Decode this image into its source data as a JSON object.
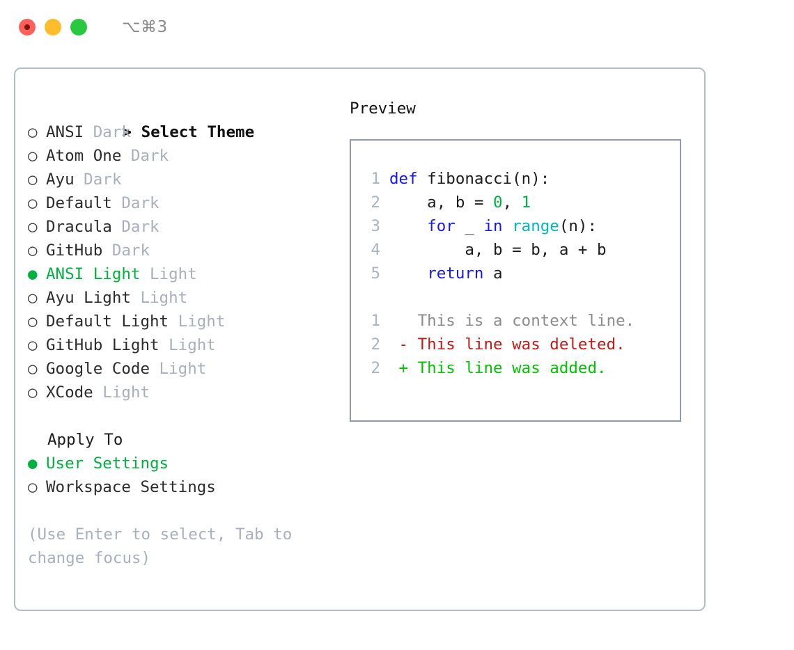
{
  "titlebar": {
    "shortcut": "⌥⌘3",
    "lights": [
      "close-red",
      "minimize-yellow",
      "maximize-green"
    ]
  },
  "theme_list": {
    "header_prefix": "> ",
    "header": "Select Theme",
    "bullet_selected": "●",
    "bullet_unselected": "○",
    "items": [
      {
        "name": "ANSI",
        "variant": "Dark",
        "selected": false
      },
      {
        "name": "Atom One",
        "variant": "Dark",
        "selected": false
      },
      {
        "name": "Ayu",
        "variant": "Dark",
        "selected": false
      },
      {
        "name": "Default",
        "variant": "Dark",
        "selected": false
      },
      {
        "name": "Dracula",
        "variant": "Dark",
        "selected": false
      },
      {
        "name": "GitHub",
        "variant": "Dark",
        "selected": false
      },
      {
        "name": "ANSI Light",
        "variant": "Light",
        "selected": true
      },
      {
        "name": "Ayu Light",
        "variant": "Light",
        "selected": false
      },
      {
        "name": "Default Light",
        "variant": "Light",
        "selected": false
      },
      {
        "name": "GitHub Light",
        "variant": "Light",
        "selected": false
      },
      {
        "name": "Google Code",
        "variant": "Light",
        "selected": false
      },
      {
        "name": "XCode",
        "variant": "Light",
        "selected": false
      }
    ]
  },
  "apply_to": {
    "label": "Apply To",
    "options": [
      {
        "name": "User Settings",
        "selected": true
      },
      {
        "name": "Workspace Settings",
        "selected": false
      }
    ]
  },
  "hint": "(Use Enter to select, Tab to change focus)",
  "preview": {
    "title": "Preview",
    "code_lines": [
      {
        "num": "1",
        "tokens": [
          {
            "t": "def ",
            "c": "kw"
          },
          {
            "t": "fibonacci(n):",
            "c": "plain"
          }
        ]
      },
      {
        "num": "2",
        "tokens": [
          {
            "t": "    a, b = ",
            "c": "plain"
          },
          {
            "t": "0",
            "c": "num"
          },
          {
            "t": ", ",
            "c": "plain"
          },
          {
            "t": "1",
            "c": "num"
          }
        ]
      },
      {
        "num": "3",
        "tokens": [
          {
            "t": "    ",
            "c": "plain"
          },
          {
            "t": "for",
            "c": "kw"
          },
          {
            "t": " _ ",
            "c": "plain"
          },
          {
            "t": "in",
            "c": "kw"
          },
          {
            "t": " ",
            "c": "plain"
          },
          {
            "t": "range",
            "c": "fn"
          },
          {
            "t": "(n):",
            "c": "plain"
          }
        ]
      },
      {
        "num": "4",
        "tokens": [
          {
            "t": "        a, b = b, a + b",
            "c": "plain"
          }
        ]
      },
      {
        "num": "5",
        "tokens": [
          {
            "t": "    ",
            "c": "plain"
          },
          {
            "t": "return",
            "c": "kw"
          },
          {
            "t": " a",
            "c": "plain"
          }
        ]
      }
    ],
    "diff_lines": [
      {
        "num": "1",
        "marker": " ",
        "text": "This is a context line.",
        "kind": "d-ctx"
      },
      {
        "num": "2",
        "marker": "-",
        "text": "This line was deleted.",
        "kind": "d-del"
      },
      {
        "num": "2",
        "marker": "+",
        "text": "This line was added.",
        "kind": "d-add"
      }
    ]
  },
  "colors": {
    "accent_green": "#00b140",
    "keyword_blue": "#1818ee",
    "function_cyan": "#00b9bd",
    "number_green": "#00b140",
    "muted": "#a8b0bd",
    "diff_deleted": "#c21b17",
    "diff_added": "#00c400",
    "panel_border": "#b3bccb",
    "code_border": "#8f9bad"
  }
}
